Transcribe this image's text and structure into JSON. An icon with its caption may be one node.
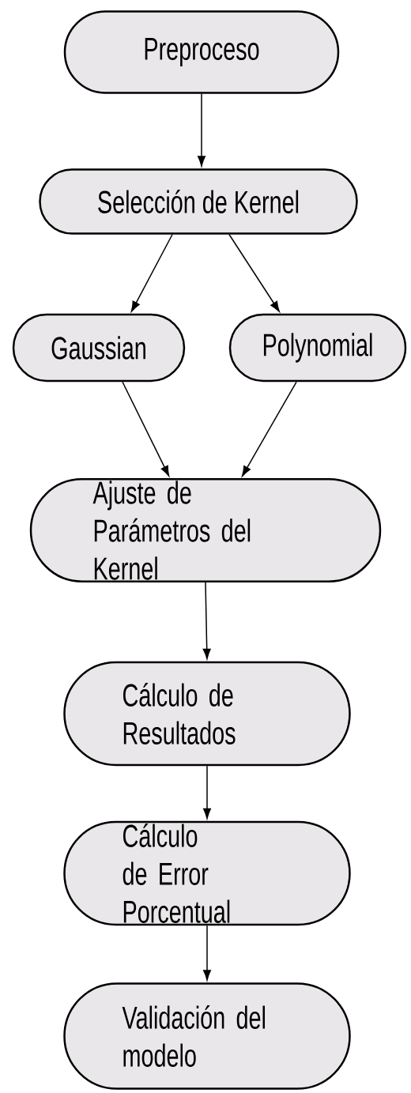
{
  "diagram": {
    "nodes": [
      {
        "text": [
          "Preproceso"
        ]
      },
      {
        "text": [
          "Selección de Kernel"
        ]
      },
      {
        "text": [
          "Gaussian"
        ]
      },
      {
        "text": [
          "Polynomial"
        ]
      },
      {
        "text": [
          "Ajuste de Parámetros del Kernel"
        ]
      },
      {
        "text": [
          "Cálculo de Resultados"
        ]
      },
      {
        "text": [
          "Cálculo de Error Porcentual"
        ]
      },
      {
        "text": [
          "Validación del modelo"
        ]
      }
    ],
    "edges": [
      {
        "from": 0,
        "to": 1,
        "arrow": "to"
      },
      {
        "from": 1,
        "to": 2,
        "arrow": "to"
      },
      {
        "from": 1,
        "to": 3,
        "arrow": "to"
      },
      {
        "from": 2,
        "to": 4,
        "arrow": "to"
      },
      {
        "from": 3,
        "to": 4,
        "arrow": "to"
      },
      {
        "from": 4,
        "to": 5,
        "arrow": "to"
      },
      {
        "from": 5,
        "to": 6,
        "arrow": "to"
      },
      {
        "from": 6,
        "to": 7,
        "arrow": "to"
      }
    ]
  }
}
